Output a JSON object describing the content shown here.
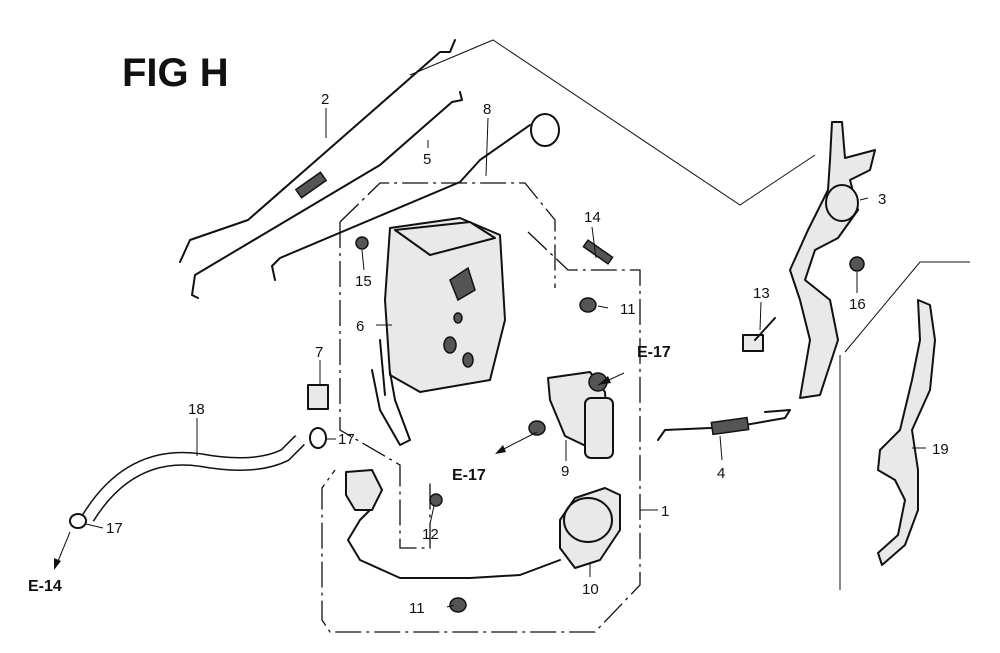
{
  "title": "FIG H",
  "callouts": {
    "c1": "1",
    "c2": "2",
    "c3": "3",
    "c4": "4",
    "c5": "5",
    "c6": "6",
    "c7": "7",
    "c8": "8",
    "c9": "9",
    "c10": "10",
    "c11a": "11",
    "c11b": "11",
    "c12": "12",
    "c13": "13",
    "c14": "14",
    "c15": "15",
    "c16": "16",
    "c17a": "17",
    "c17b": "17",
    "c18": "18",
    "c19": "19"
  },
  "references": {
    "e17a": "E-17",
    "e17b": "E-17",
    "e14": "E-14"
  }
}
